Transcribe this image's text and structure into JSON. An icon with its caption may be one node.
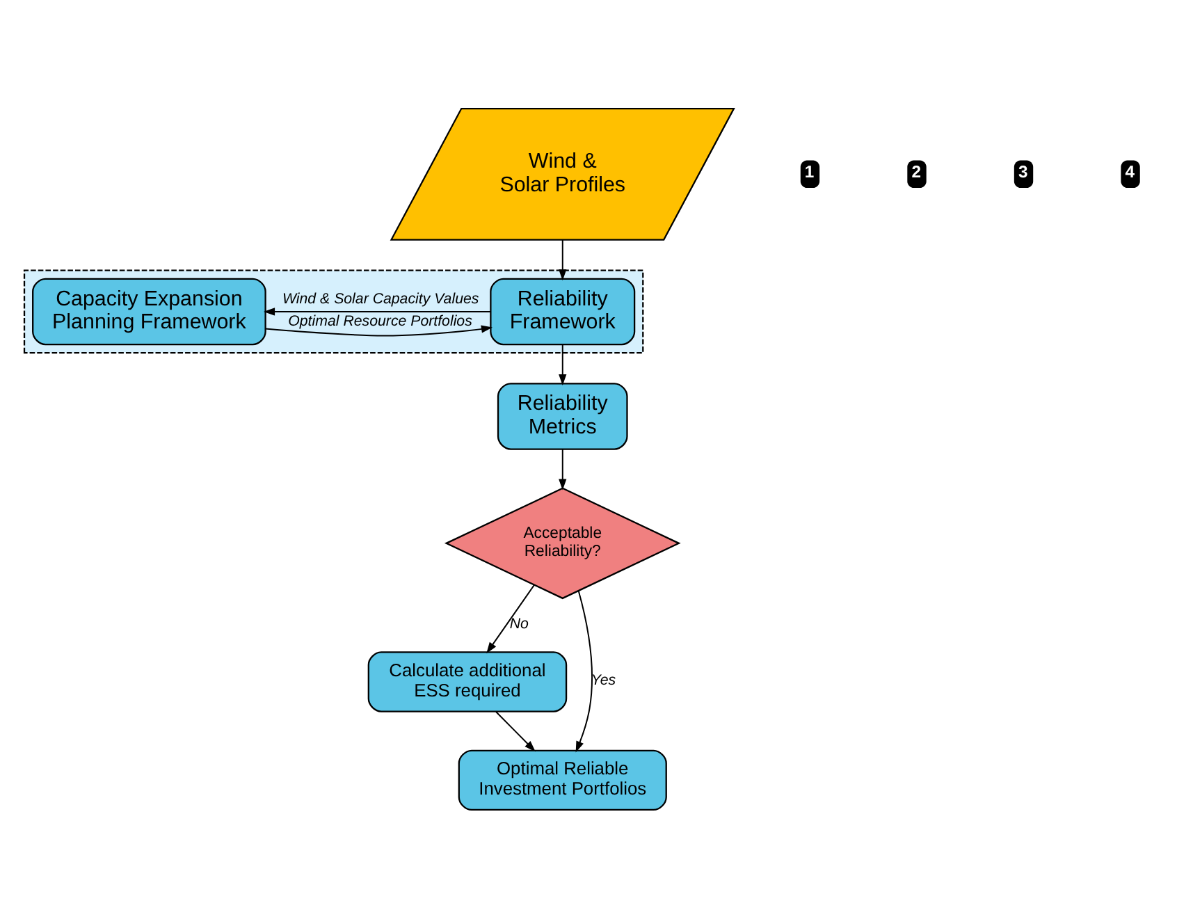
{
  "diagram": {
    "nodes": [
      {
        "text": [],
        "shape": "box"
      },
      {
        "text": [
          "Wind & Solar Profiles"
        ]
      },
      {
        "text": [
          "Reliability Framework"
        ],
        "in": 0
      },
      {
        "text": [
          "Capacity Expansion Planning Framework"
        ],
        "in": 0
      },
      {
        "text": [
          "Reliability Metrics"
        ]
      },
      {
        "text": [
          "Acceptable Reliability?"
        ]
      },
      {
        "text": [
          "Calculate additional ESS required"
        ]
      },
      {
        "text": [
          "Optimal Reliable Investment Portfolios"
        ]
      }
    ],
    "edges": [
      {
        "from": 1,
        "to": 2,
        "arrow": "to"
      },
      {
        "from": 2,
        "to": 3,
        "arrow": "to",
        "label": "Wind & Solar Capacity Values"
      },
      {
        "from": 3,
        "to": 2,
        "arrow": "to",
        "label": "Optimal Resource Portfolios"
      },
      {
        "from": 2,
        "to": 4,
        "arrow": "to"
      },
      {
        "from": 4,
        "to": 5,
        "arrow": "to"
      },
      {
        "from": 5,
        "to": 6,
        "arrow": "to",
        "label": "No"
      },
      {
        "from": 5,
        "to": 7,
        "arrow": "to",
        "label": "Yes"
      },
      {
        "from": 6,
        "to": 7,
        "arrow": "to"
      }
    ],
    "labels": [
      "1",
      "2",
      "3",
      "4"
    ]
  }
}
